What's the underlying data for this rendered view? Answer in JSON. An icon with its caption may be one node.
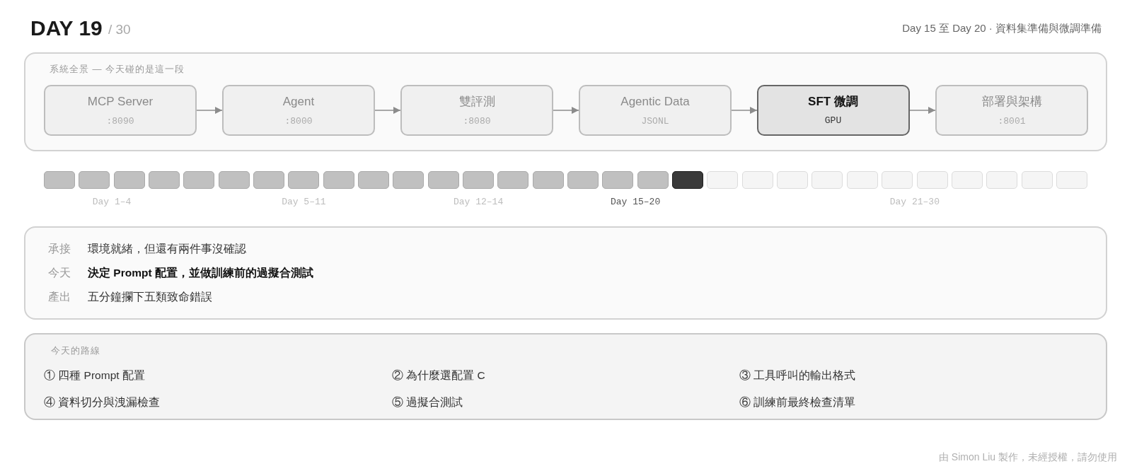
{
  "diagram": {
    "title": "DAY 19",
    "nodes": [
      {
        "text": [
          "系統全景 — 今天碰的是這一段"
        ]
      },
      {
        "text": [
          "MCP Server",
          ":8090"
        ],
        "in": 0
      },
      {
        "text": [
          "Agent",
          ":8000"
        ],
        "in": 0
      },
      {
        "text": [
          "雙評測",
          ":8080"
        ],
        "in": 0
      },
      {
        "text": [
          "Agentic Data",
          "JSONL"
        ],
        "in": 0
      },
      {
        "text": [
          "SFT 微調",
          "GPU"
        ],
        "in": 0
      },
      {
        "text": [
          "部署與架構",
          ":8001"
        ],
        "in": 0
      },
      {
        "text": [
          "承接",
          "環境就緒，但還有兩件事沒確認",
          "今天",
          "決定 Prompt 配置，並做訓練前的過擬合測試",
          "產出",
          "五分鐘攔下五類致命錯誤"
        ]
      },
      {
        "text": [
          "今天的路線",
          "① 四種 Prompt 配置",
          "② 為什麼選配置 C",
          "③ 工具呼叫的輸出格式",
          "④ 資料切分與洩漏檢查",
          "⑤ 過擬合測試",
          "⑥ 訓練前最終檢查清單"
        ]
      }
    ],
    "edges": [
      {
        "from": 1,
        "to": 2,
        "arrow": "to"
      },
      {
        "from": 2,
        "to": 3,
        "arrow": "to"
      },
      {
        "from": 3,
        "to": 4,
        "arrow": "to"
      },
      {
        "from": 4,
        "to": 5,
        "arrow": "to"
      },
      {
        "from": 5,
        "to": 6,
        "arrow": "to"
      }
    ],
    "labels": [
      "/ 30",
      "Day 15 至 Day 20 · 資料集準備與微調準備",
      "Day 1–4",
      "Day 5–11",
      "Day 12–14",
      "Day 15–20",
      "Day 21–30",
      "由 Simon Liu 製作，未經授權，請勿使用"
    ]
  }
}
